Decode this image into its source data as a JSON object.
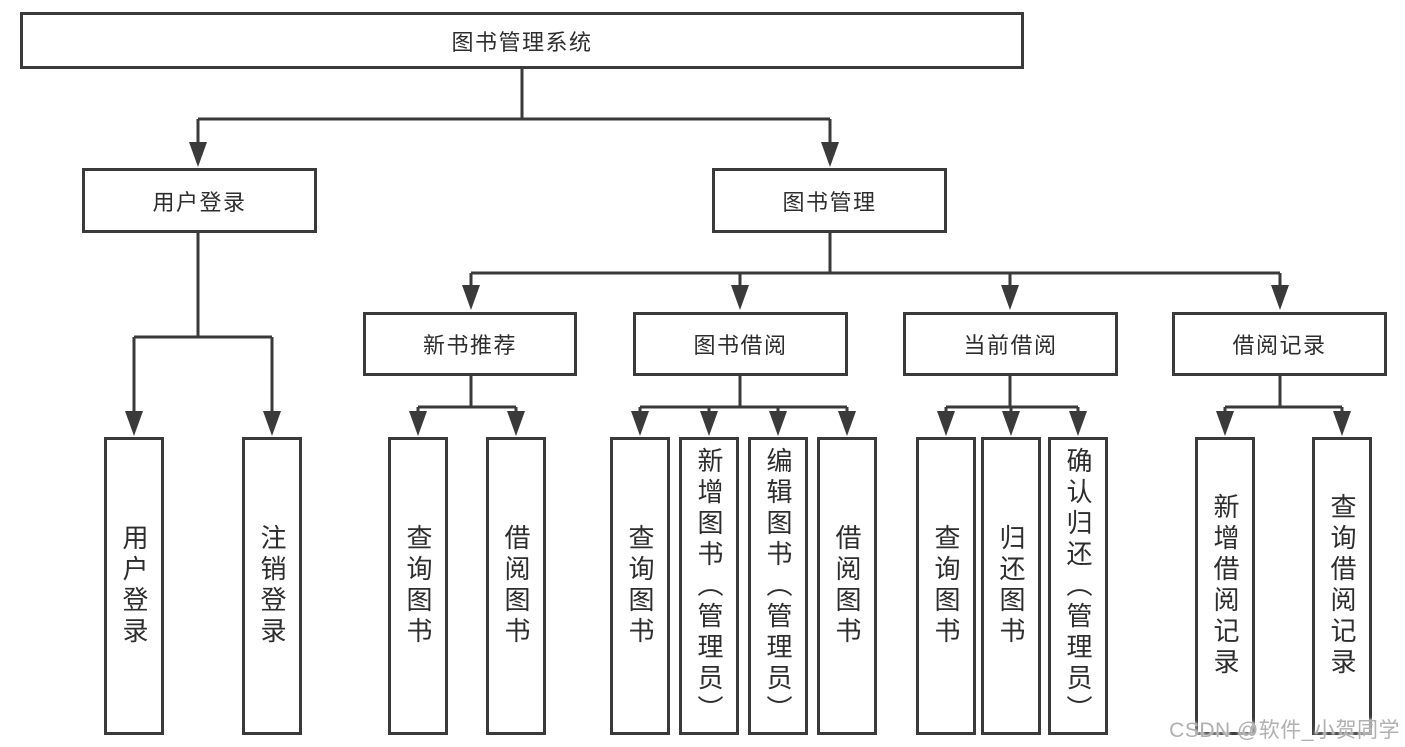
{
  "diagram": {
    "watermark": "CSDN @软件_小贺同学",
    "colors": {
      "line": "#3a3a3a",
      "box_border": "#3a3a3a",
      "text": "#2d2d2d",
      "watermark_text": "#b0b0b0",
      "background": "#ffffff"
    },
    "tree": {
      "label": "图书管理系统",
      "children": [
        {
          "label": "用户登录",
          "children": [
            {
              "label": "用户登录"
            },
            {
              "label": "注销登录"
            }
          ]
        },
        {
          "label": "图书管理",
          "children": [
            {
              "label": "新书推荐",
              "children": [
                {
                  "label": "查询图书"
                },
                {
                  "label": "借阅图书"
                }
              ]
            },
            {
              "label": "图书借阅",
              "children": [
                {
                  "label": "查询图书"
                },
                {
                  "label": "新增图书（管理员）"
                },
                {
                  "label": "编辑图书（管理员）"
                },
                {
                  "label": "借阅图书"
                }
              ]
            },
            {
              "label": "当前借阅",
              "children": [
                {
                  "label": "查询图书"
                },
                {
                  "label": "归还图书"
                },
                {
                  "label": "确认归还（管理员）"
                }
              ]
            },
            {
              "label": "借阅记录",
              "children": [
                {
                  "label": "新增借阅记录"
                },
                {
                  "label": "查询借阅记录"
                }
              ]
            }
          ]
        }
      ]
    }
  }
}
